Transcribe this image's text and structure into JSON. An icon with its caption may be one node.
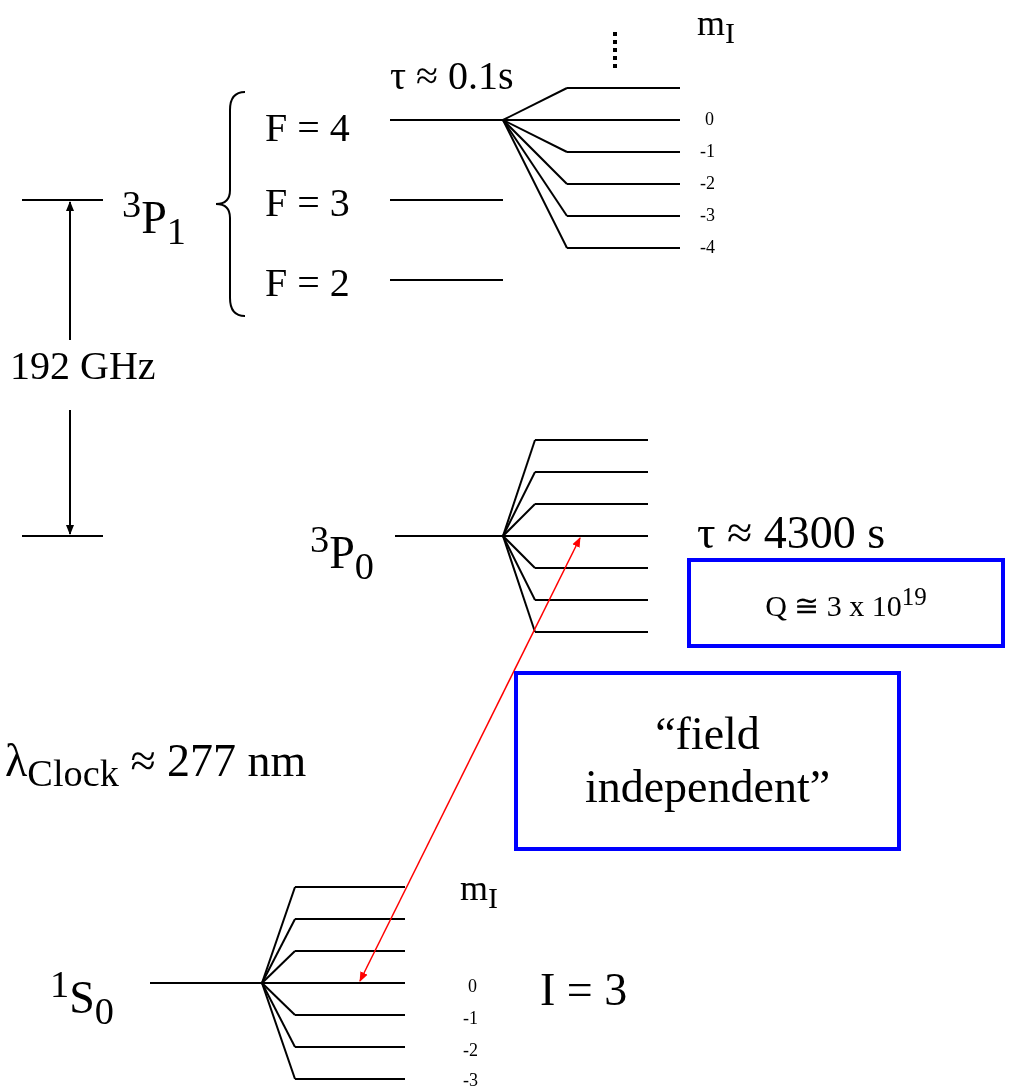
{
  "diagram": {
    "nodes": [
      {
        "text": [
          "Q ≅ 3 x 10$^{19}$"
        ]
      },
      {
        "text": [
          "“field independent”"
        ]
      },
      {
        "text": [],
        "shape": "bar"
      },
      {
        "text": [],
        "shape": "bar"
      }
    ],
    "edges": [
      {
        "from": 2,
        "to": 3,
        "arrow": "both",
        "color": "#ff0000"
      }
    ],
    "labels": [
      "m$_{I}$",
      "τ ≈ 0.1s",
      "$^{3}$P$_{1}$",
      "F = 4",
      "0",
      "-1",
      "F = 3",
      "-2",
      "-3",
      "F = 2",
      "-4",
      "192 GHz",
      "$^{3}$P$_{0}$",
      "τ ≈ 4300 s",
      "λ$_{Clock}$ ≈ 277 nm",
      "m$_{I}$",
      "$^{1}$S$_{0}$",
      "0",
      "I = 3",
      "-1",
      "-2",
      "-3"
    ]
  }
}
